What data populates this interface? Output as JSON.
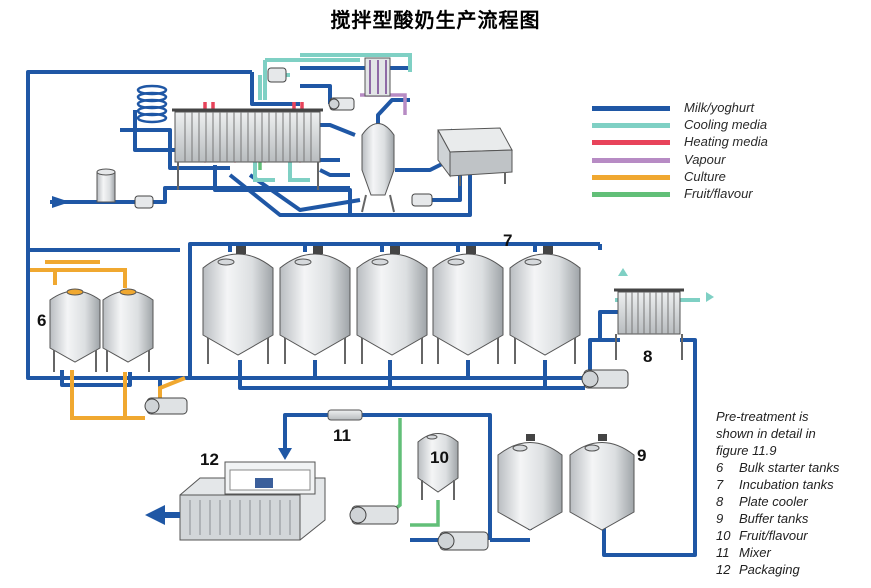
{
  "title": "搅拌型酸奶生产流程图",
  "legend": [
    {
      "label": "Milk/yoghurt",
      "color": "#1f57a5"
    },
    {
      "label": "Cooling media",
      "color": "#7fd0c4"
    },
    {
      "label": "Heating media",
      "color": "#e8435a"
    },
    {
      "label": "Vapour",
      "color": "#b78bc4"
    },
    {
      "label": "Culture",
      "color": "#f0a830"
    },
    {
      "label": "Fruit/flavour",
      "color": "#62bf78"
    }
  ],
  "notes": {
    "line1": "Pre-treatment is",
    "line2": "shown in detail in",
    "line3": "figure 11.9",
    "items": [
      {
        "num": "6",
        "text": "Bulk starter tanks"
      },
      {
        "num": "7",
        "text": "Incubation tanks"
      },
      {
        "num": "8",
        "text": "Plate cooler"
      },
      {
        "num": "9",
        "text": "Buffer tanks"
      },
      {
        "num": "10",
        "text": "Fruit/flavour"
      },
      {
        "num": "11",
        "text": "Mixer"
      },
      {
        "num": "12",
        "text": "Packaging"
      }
    ]
  },
  "numbers": {
    "n6": "6",
    "n7": "7",
    "n8": "8",
    "n9": "9",
    "n10": "10",
    "n11": "11",
    "n12": "12"
  },
  "colors": {
    "milk": "#1f57a5",
    "cooling": "#7fd0c4",
    "heating": "#e8435a",
    "vapour": "#b78bc4",
    "culture": "#f0a830",
    "fruit": "#62bf78",
    "steel": "#d6d9dc"
  }
}
